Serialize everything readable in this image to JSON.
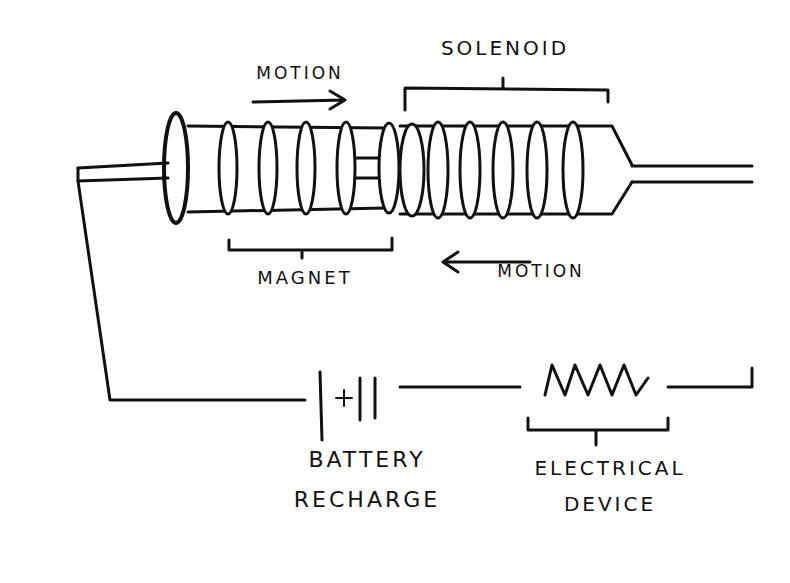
{
  "diagram": {
    "labels": [
      "SOLENOID",
      "MOTION",
      "MAGNET",
      "MOTION",
      "BATTERY RECHARGE",
      "ELECTRICAL DEVICE"
    ]
  }
}
